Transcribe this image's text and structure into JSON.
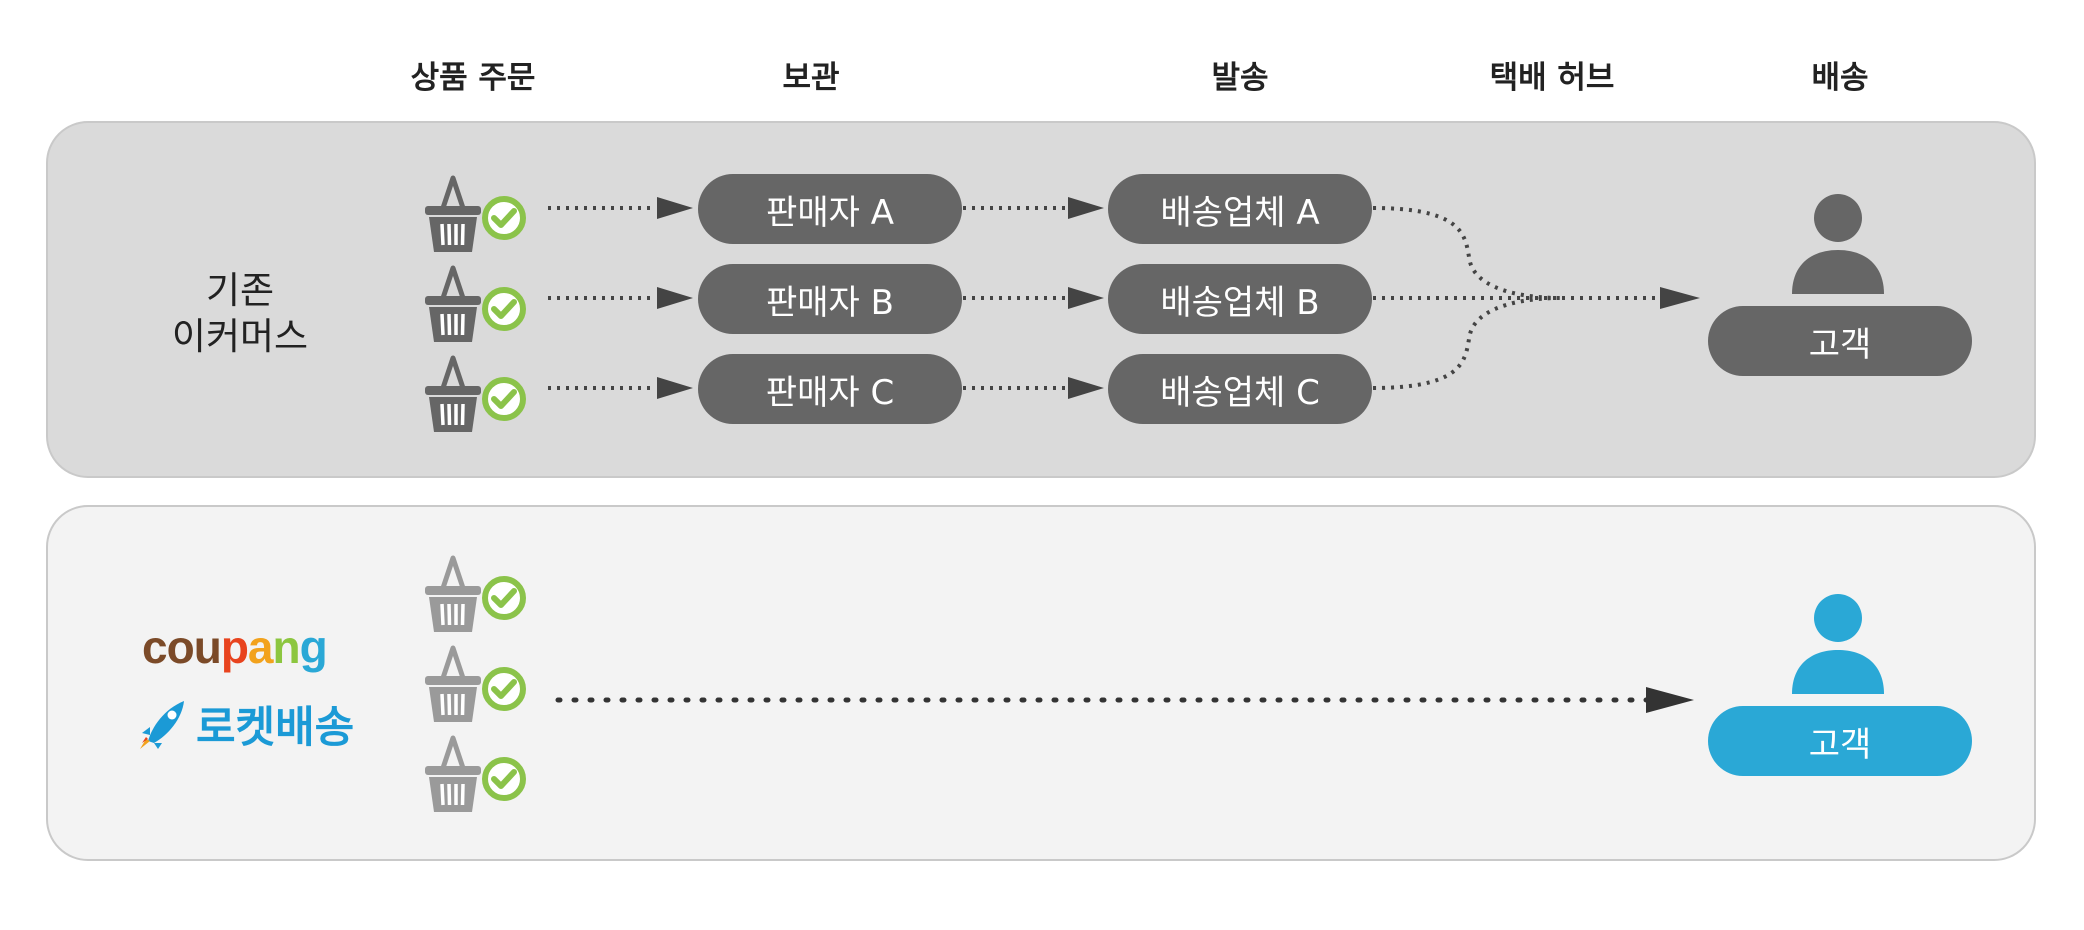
{
  "headers": [
    "상품 주문",
    "보관",
    "발송",
    "택배 허브",
    "배송"
  ],
  "legacy": {
    "label_line1": "기존",
    "label_line2": "이커머스",
    "sellers": [
      "판매자 A",
      "판매자 B",
      "판매자 C"
    ],
    "carriers": [
      "배송업체 A",
      "배송업체 B",
      "배송업체 C"
    ],
    "customer": "고객"
  },
  "coupang": {
    "logo_letters": [
      "c",
      "o",
      "u",
      "p",
      "a",
      "n",
      "g"
    ],
    "rocket_label": "로켓배송",
    "customer": "고객"
  },
  "colors": {
    "pill_gray": "#666666",
    "accent_blue": "#2aa8d6",
    "check_green": "#8bc34a",
    "panel_top": "#dadada",
    "panel_bottom": "#f3f3f3",
    "logo_letter_colors": [
      "#7b4a28",
      "#7b4a28",
      "#7b4a28",
      "#e8431e",
      "#f2a21c",
      "#8cc63f",
      "#2aa8d6"
    ]
  },
  "icons": [
    "basket-icon",
    "check-icon",
    "person-icon",
    "rocket-icon",
    "arrow-icon"
  ]
}
